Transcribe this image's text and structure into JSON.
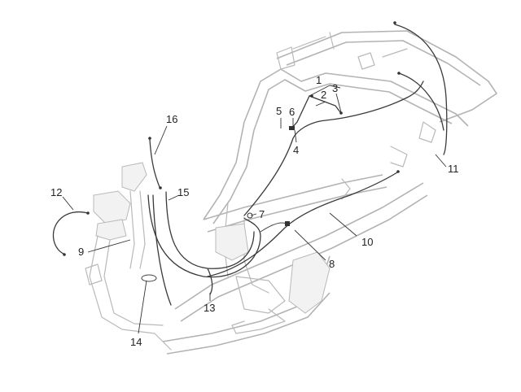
{
  "callouts": [
    {
      "id": "1",
      "label": "1"
    },
    {
      "id": "2",
      "label": "2"
    },
    {
      "id": "3",
      "label": "3"
    },
    {
      "id": "4",
      "label": "4"
    },
    {
      "id": "5",
      "label": "5"
    },
    {
      "id": "6",
      "label": "6"
    },
    {
      "id": "7",
      "label": "7"
    },
    {
      "id": "8",
      "label": "8"
    },
    {
      "id": "9",
      "label": "9"
    },
    {
      "id": "10",
      "label": "10"
    },
    {
      "id": "11",
      "label": "11"
    },
    {
      "id": "12",
      "label": "12"
    },
    {
      "id": "13",
      "label": "13"
    },
    {
      "id": "14",
      "label": "14"
    },
    {
      "id": "15",
      "label": "15"
    },
    {
      "id": "16",
      "label": "16"
    }
  ],
  "colors": {
    "frame": "#b9b9b9",
    "cable": "#3a3a3a",
    "text": "#222222",
    "background": "#ffffff"
  }
}
